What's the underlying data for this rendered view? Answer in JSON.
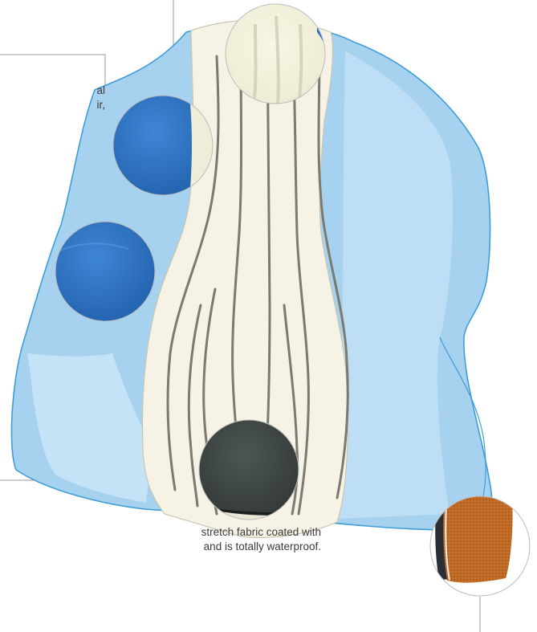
{
  "callouts": {
    "top": [
      "al",
      "ir,"
    ],
    "bottom": [
      "stretch fabric coated with",
      "and is totally waterproof."
    ]
  },
  "colors": {
    "shell_blue": "#9cccec",
    "shell_outline": "#4aa5d8",
    "foam_cream": "#f6f3e6",
    "fabric_blue": "#2f74c4",
    "dark_rubber": "#3f4846",
    "orange_mesh": "#c06a25"
  },
  "icons": [
    "cushion-illustration",
    "fabric-detail-magnifier"
  ]
}
